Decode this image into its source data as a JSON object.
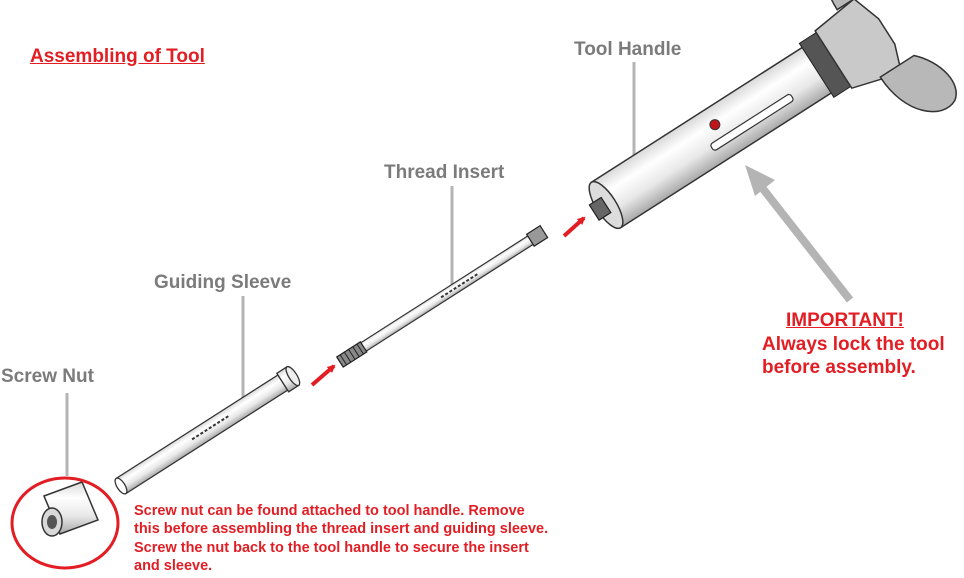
{
  "title": "Assembling of Tool",
  "labels": {
    "tool_handle": "Tool Handle",
    "thread_insert": "Thread Insert",
    "guiding_sleeve": "Guiding Sleeve",
    "screw_nut": "Screw Nut"
  },
  "important": {
    "heading": "IMPORTANT!",
    "line1": "Always lock the tool",
    "line2": "before assembly."
  },
  "note": {
    "line1": "Screw nut can be found attached to tool handle. Remove",
    "line2": "this before assembling the thread insert and guiding sleeve.",
    "line3": "Screw the nut back to the tool handle to secure the insert",
    "line4": "and sleeve."
  },
  "colors": {
    "accent_red": "#e21e24",
    "label_gray": "#7b7b7b",
    "leader_gray": "#b4b4b4"
  }
}
